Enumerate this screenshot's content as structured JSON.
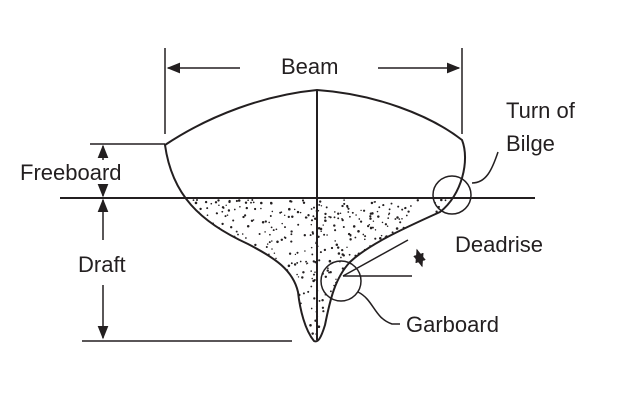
{
  "diagram": {
    "labels": {
      "beam": "Beam",
      "turn_of_bilge_line1": "Turn of",
      "turn_of_bilge_line2": "Bilge",
      "freeboard": "Freeboard",
      "draft": "Draft",
      "deadrise": "Deadrise",
      "garboard": "Garboard"
    },
    "colors": {
      "ink": "#231f20",
      "background": "#ffffff"
    }
  }
}
